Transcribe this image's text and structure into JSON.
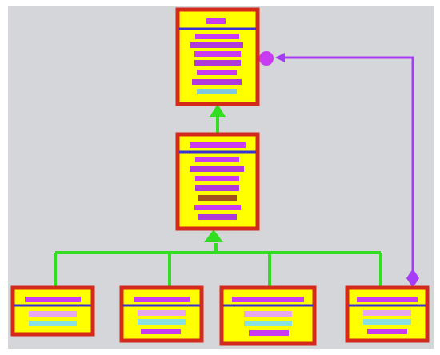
{
  "diagram": {
    "kind": "class-diagram-style figure with scrambled glyph bars (no legible text)",
    "colors": {
      "background": "#d5d6d9",
      "box_fill": "#ffff00",
      "box_border": "#d42a1c",
      "divider": "#3b2fd6",
      "inheritance": "#33dd22",
      "association": "#a63cf5"
    },
    "classes": [
      {
        "id": "top",
        "role": "base class",
        "rows": 7
      },
      {
        "id": "middle",
        "role": "subclass of top",
        "rows": 8
      },
      {
        "id": "leaf1",
        "role": "subclass of middle",
        "rows": 2
      },
      {
        "id": "leaf2",
        "role": "subclass of middle",
        "rows": 3
      },
      {
        "id": "leaf3",
        "role": "subclass of middle",
        "rows": 3
      },
      {
        "id": "leaf4",
        "role": "subclass of middle",
        "rows": 3
      }
    ],
    "relations": [
      {
        "type": "inheritance",
        "from": "middle",
        "to": "top",
        "marker": "triangle"
      },
      {
        "type": "inheritance",
        "from": [
          "leaf1",
          "leaf2",
          "leaf3",
          "leaf4"
        ],
        "to": "middle",
        "marker": "triangle"
      },
      {
        "type": "aggregation",
        "from": "leaf4",
        "to": "top",
        "start_marker": "diamond",
        "end_marker": "arrow",
        "extra_marker": "circle"
      }
    ]
  }
}
